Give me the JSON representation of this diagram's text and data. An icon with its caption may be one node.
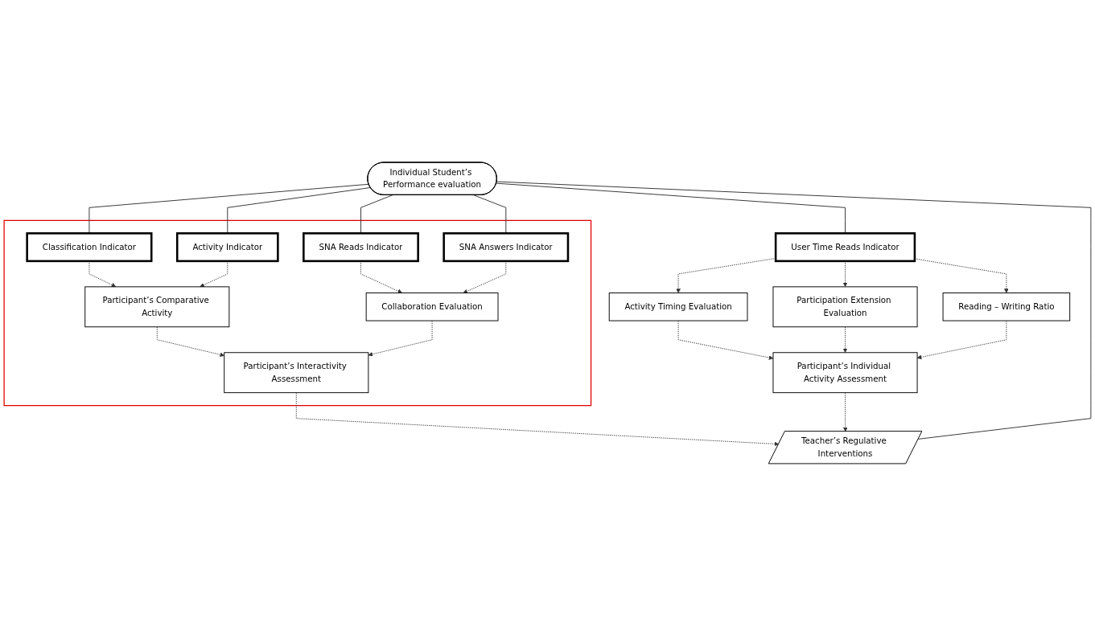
{
  "diagram": {
    "nodes": [
      {
        "text": [
          "Individual Student’s Performance evaluation"
        ]
      },
      {
        "text": [],
        "shape": "box"
      },
      {
        "text": [
          "Classification Indicator"
        ],
        "in": 1
      },
      {
        "text": [
          "Activity Indicator"
        ],
        "in": 1
      },
      {
        "text": [
          "SNA Reads Indicator"
        ],
        "in": 1
      },
      {
        "text": [
          "SNA Answers Indicator"
        ],
        "in": 1
      },
      {
        "text": [
          "User Time Reads Indicator"
        ]
      },
      {
        "text": [
          "Participant’s Comparative Activity"
        ],
        "in": 1
      },
      {
        "text": [
          "Participation Extension Evaluation"
        ]
      },
      {
        "text": [
          "Collaboration Evaluation"
        ],
        "in": 1
      },
      {
        "text": [
          "Activity Timing Evaluation"
        ]
      },
      {
        "text": [
          "Reading – Writing Ratio"
        ]
      },
      {
        "text": [
          "Participant’s Interactivity Assessment"
        ],
        "in": 1
      },
      {
        "text": [
          "Participant’s Individual Activity Assessment"
        ]
      },
      {
        "text": [
          "Teacher’s Regulative Interventions"
        ]
      }
    ],
    "edges": [
      {
        "from": 0,
        "to": 2,
        "arrow": "none"
      },
      {
        "from": 0,
        "to": 3,
        "arrow": "none"
      },
      {
        "from": 0,
        "to": 4,
        "arrow": "none"
      },
      {
        "from": 0,
        "to": 5,
        "arrow": "none"
      },
      {
        "from": 0,
        "to": 6,
        "arrow": "none"
      },
      {
        "from": 2,
        "to": 7,
        "arrow": "to",
        "style": "dashed"
      },
      {
        "from": 3,
        "to": 7,
        "arrow": "to",
        "style": "dashed"
      },
      {
        "from": 4,
        "to": 9,
        "arrow": "to",
        "style": "dashed"
      },
      {
        "from": 5,
        "to": 9,
        "arrow": "to",
        "style": "dashed"
      },
      {
        "from": 6,
        "to": 10,
        "arrow": "to",
        "style": "dashed"
      },
      {
        "from": 6,
        "to": 8,
        "arrow": "to",
        "style": "dashed"
      },
      {
        "from": 6,
        "to": 11,
        "arrow": "to",
        "style": "dashed"
      },
      {
        "from": 7,
        "to": 12,
        "arrow": "to",
        "style": "dashed"
      },
      {
        "from": 9,
        "to": 12,
        "arrow": "to",
        "style": "dashed"
      },
      {
        "from": 10,
        "to": 13,
        "arrow": "to",
        "style": "dashed"
      },
      {
        "from": 8,
        "to": 13,
        "arrow": "to",
        "style": "dashed"
      },
      {
        "from": 11,
        "to": 13,
        "arrow": "to",
        "style": "dashed"
      },
      {
        "from": 12,
        "to": 14,
        "arrow": "to",
        "style": "dashed"
      },
      {
        "from": 13,
        "to": 14,
        "arrow": "to",
        "style": "dashed"
      },
      {
        "from": 14,
        "to": 0,
        "arrow": "none"
      }
    ]
  }
}
